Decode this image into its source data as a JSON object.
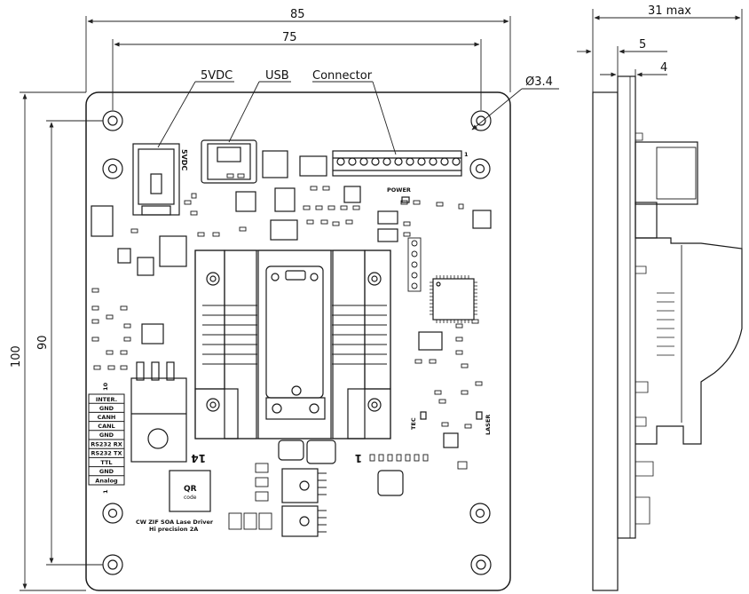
{
  "dimensions": {
    "width_outer": "85",
    "width_holes": "75",
    "height_outer": "100",
    "height_holes": "90",
    "hole_diameter": "Ø3.4",
    "side_max": "31 max",
    "side_a": "5",
    "side_b": "4"
  },
  "callouts": {
    "power_jack": "5VDC",
    "usb": "USB",
    "connector": "Connector"
  },
  "board": {
    "jack_label": "5VDC",
    "power_led": "POWER",
    "tec_led": "TEC",
    "laser_led": "LASER",
    "socket_pin_left": "14",
    "socket_pin_right": "1",
    "qr_title": "QR",
    "qr_sub": "code",
    "product_line1": "CW ZIF SOA Lase Driver",
    "product_line2": "Hi precision 2A",
    "terminal_pin_first": "1",
    "header_pin_first": "10",
    "header_pin_last": "1",
    "header_pins": [
      "INTER.",
      "GND",
      "CANH",
      "CANL",
      "GND",
      "RS232 RX",
      "RS232 TX",
      "TTL",
      "GND",
      "Analog"
    ]
  },
  "colors": {
    "line": "#1a1a1a",
    "board_fill": "#ffffff",
    "dim_line": "#222222"
  }
}
